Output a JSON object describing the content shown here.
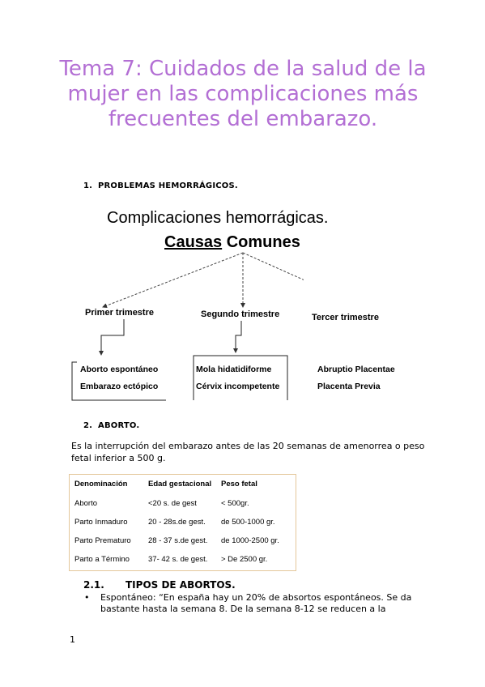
{
  "title": "Tema 7: Cuidados de la salud de la mujer en las complicaciones más frecuentes del embarazo.",
  "section1": {
    "num": "1.",
    "label": "PROBLEMAS HEMORRÁGICOS."
  },
  "diagram": {
    "title": "Complicaciones hemorrágicas.",
    "subtitle_underlined": "Causas",
    "subtitle_rest": "Comunes",
    "branches": [
      {
        "label": "Primer trimestre",
        "items": [
          "Aborto espontáneo",
          "Embarazo ectópico"
        ]
      },
      {
        "label": "Segundo trimestre",
        "items": [
          "Mola hidatidiforme",
          "Cérvix incompetente"
        ]
      },
      {
        "label": "Tercer trimestre",
        "items": [
          "Abruptio Placentae",
          "Placenta Previa"
        ]
      }
    ]
  },
  "section2": {
    "num": "2.",
    "label": "ABORTO."
  },
  "paragraph": "Es la interrupción del embarazo antes de las 20 semanas de amenorrea o peso fetal inferior a 500 g.",
  "table": {
    "headers": [
      "Denominación",
      "Edad gestacional",
      "Peso fetal"
    ],
    "rows": [
      [
        "Aborto",
        "<20 s. de gest",
        "< 500gr."
      ],
      [
        "Parto Inmaduro",
        "20 - 28s.de gest.",
        "de 500-1000 gr."
      ],
      [
        "Parto Prematuro",
        "28 - 37 s.de gest.",
        "de 1000-2500 gr."
      ],
      [
        "Parto a Término",
        "37- 42 s. de gest.",
        "> De 2500 gr."
      ]
    ]
  },
  "section21": {
    "num": "2.1.",
    "label": "TIPOS DE ABORTOS."
  },
  "bullet": {
    "symbol": "•",
    "text": "Espontáneo: “En españa hay un 20% de absortos espontáneos. Se da bastante hasta la semana 8. De la semana 8-12 se reducen a la"
  },
  "page_number": "1"
}
